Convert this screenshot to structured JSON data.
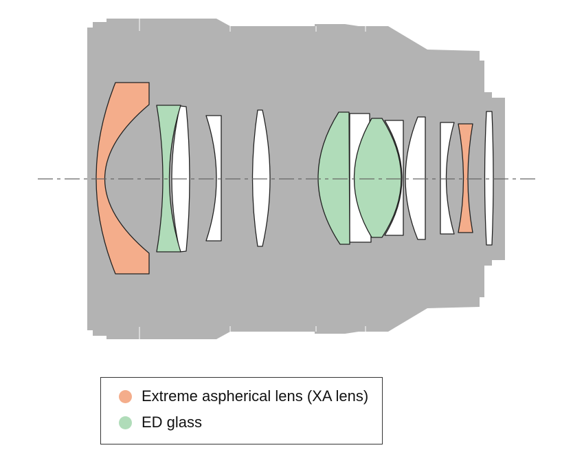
{
  "diagram": {
    "title": "Lens construction diagram",
    "colors": {
      "barrel": "#b3b3b3",
      "xa_lens": "#f4ad8b",
      "ed_glass": "#b0dcb9",
      "standard_lens": "#ffffff",
      "outline": "#222222",
      "optical_axis": "#666666"
    },
    "element_count": 13
  },
  "legend": {
    "items": [
      {
        "label": "Extreme aspherical lens (XA lens)",
        "color": "#f4ad8b"
      },
      {
        "label": "ED glass",
        "color": "#b0dcb9"
      }
    ]
  }
}
